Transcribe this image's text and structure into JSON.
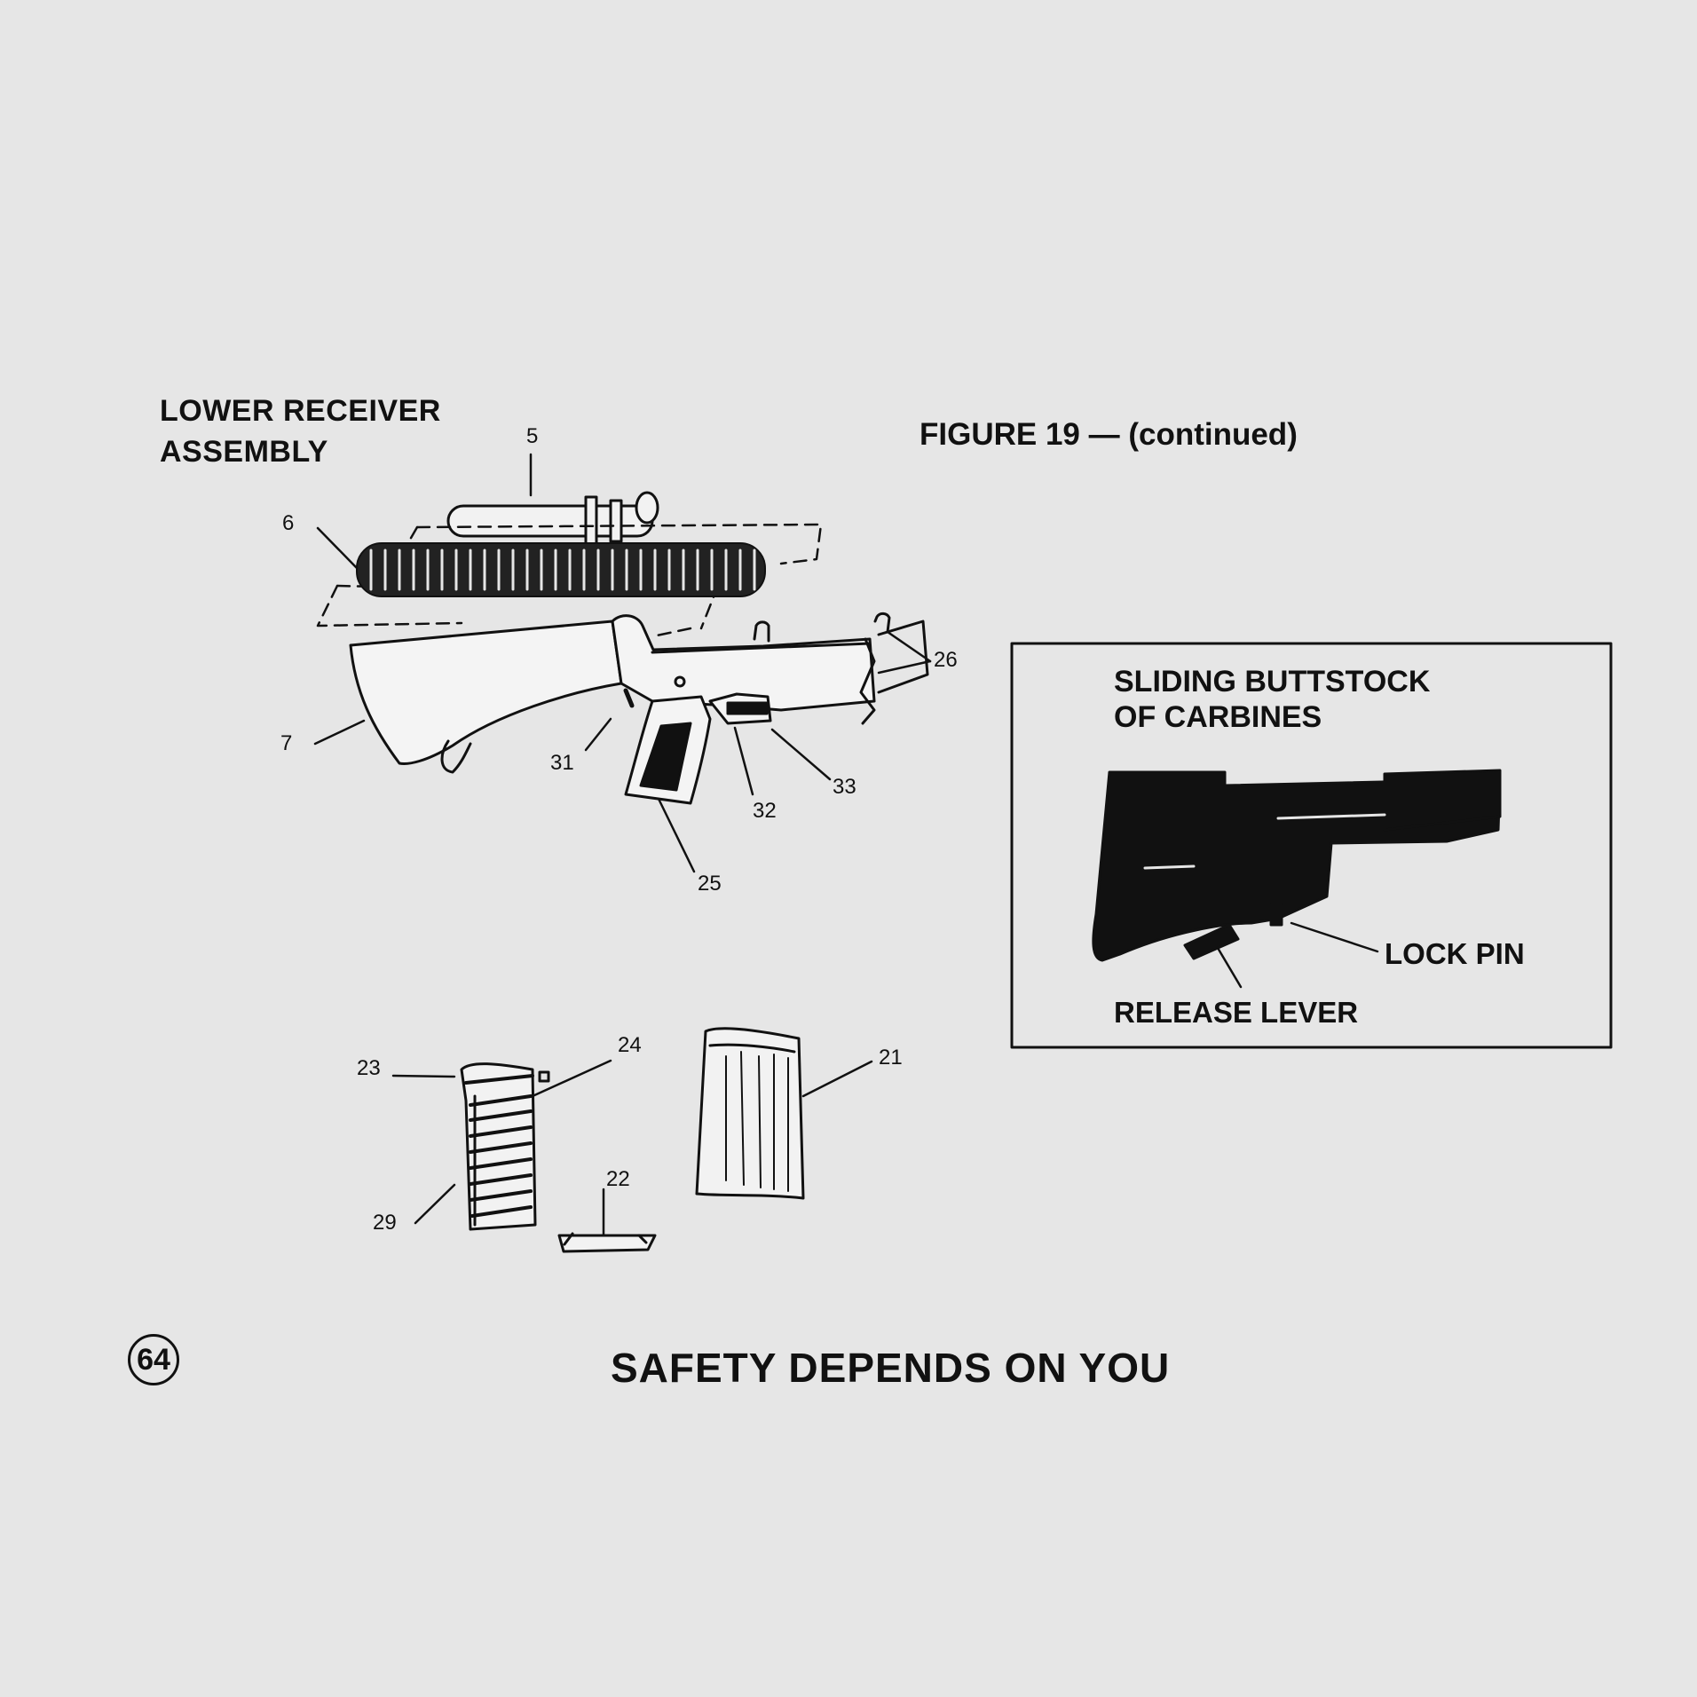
{
  "section_title": [
    "LOWER RECEIVER",
    "ASSEMBLY"
  ],
  "figure_title": "FIGURE 19 — (continued)",
  "callouts": {
    "c5": "5",
    "c6": "6",
    "c7": "7",
    "c26": "26",
    "c31": "31",
    "c32": "32",
    "c33": "33",
    "c25": "25",
    "c23": "23",
    "c24": "24",
    "c22": "22",
    "c21": "21",
    "c29": "29"
  },
  "inset": {
    "title": [
      "SLIDING BUTTSTOCK",
      "OF CARBINES"
    ],
    "lock_pin": "LOCK PIN",
    "release_lever": "RELEASE LEVER"
  },
  "page_number": "64",
  "footer": "SAFETY DEPENDS ON YOU"
}
